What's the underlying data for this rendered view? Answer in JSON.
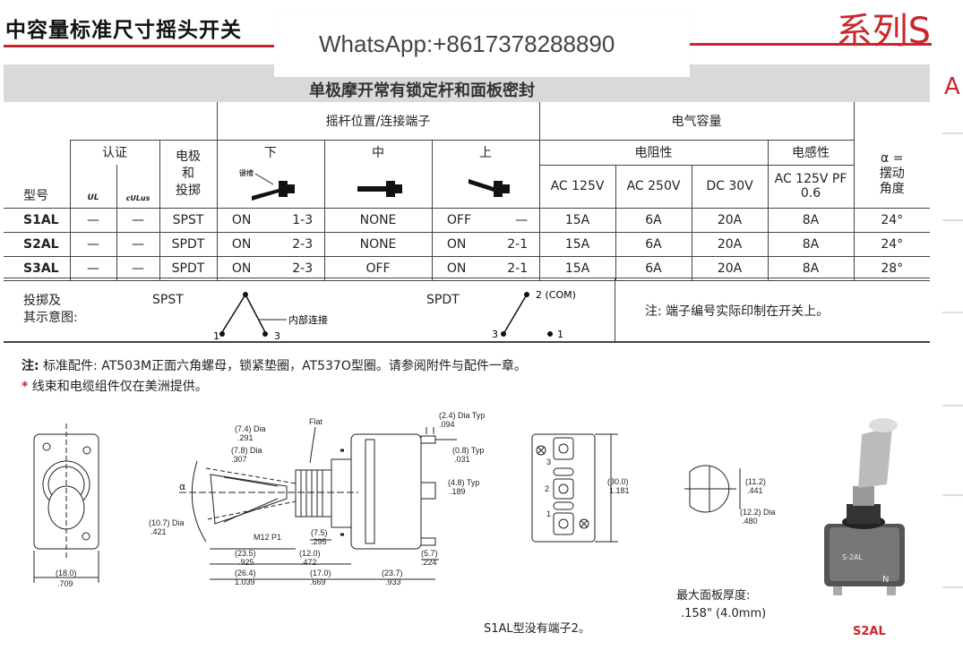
{
  "header": {
    "title": "中容量标准尺寸摇头开关",
    "series": "系列S",
    "watermark": "WhatsApp:+8617378288890",
    "band": "单极摩开常有锁定杆和面板密封",
    "side_letter": "A"
  },
  "table": {
    "head_position": "摇杆位置/连接端子",
    "head_electrical": "电气容量",
    "col_cert": "认证",
    "col_pole": "电极和投掷",
    "pole_line1": "电极",
    "pole_line2": "和",
    "pole_line3": "投掷",
    "col_down": "下",
    "col_mid": "中",
    "col_up": "上",
    "lever_label": "键槽",
    "col_resistive": "电阻性",
    "col_inductive": "电感性",
    "col_model": "型号",
    "cert_ul": "UL",
    "cert_cul": "cULus",
    "alpha_line1": "α =",
    "alpha_line2": "摆动",
    "alpha_line3": "角度",
    "ac125": "AC 125V",
    "ac250": "AC 250V",
    "dc30": "DC 30V",
    "ac125pf": "AC 125V PF 0.6",
    "rows": [
      {
        "model": "S1AL",
        "c1": "—",
        "c2": "—",
        "pole": "SPST",
        "down": "ON",
        "down_t": "1-3",
        "mid": "NONE",
        "mid_t": "",
        "up": "OFF",
        "up_t": "—",
        "r1": "15A",
        "r2": "6A",
        "r3": "20A",
        "ind": "8A",
        "alpha": "24°"
      },
      {
        "model": "S2AL",
        "c1": "—",
        "c2": "—",
        "pole": "SPDT",
        "down": "ON",
        "down_t": "2-3",
        "mid": "NONE",
        "mid_t": "",
        "up": "ON",
        "up_t": "2-1",
        "r1": "15A",
        "r2": "6A",
        "r3": "20A",
        "ind": "8A",
        "alpha": "24°"
      },
      {
        "model": "S3AL",
        "c1": "—",
        "c2": "—",
        "pole": "SPDT",
        "down": "ON",
        "down_t": "2-3",
        "mid": "OFF",
        "mid_t": "",
        "up": "ON",
        "up_t": "2-1",
        "r1": "15A",
        "r2": "6A",
        "r3": "20A",
        "ind": "8A",
        "alpha": "28°"
      }
    ]
  },
  "schematic": {
    "label1": "投掷及",
    "label2": "其示意图:",
    "spst": "SPST",
    "spdt": "SPDT",
    "internal": "内部连接",
    "com": "2 (COM)",
    "t1": "1",
    "t3": "3",
    "note": "注: 端子编号实际印制在开关上。"
  },
  "notes": {
    "note_label": "注:",
    "note_text": "标准配件: AT503M正面六角螺母，锁紧垫圈，AT537O型圈。请参阅附件与配件一章。",
    "star": "*",
    "star_text": "线束和电缆组件仅在美洲提供。"
  },
  "drawing": {
    "d_width": "(18.0)",
    "d_width_in": ".709",
    "flat": "Flat",
    "dia74": "(7.4) Dia",
    "dia74_in": ".291",
    "dia78": "(7.8) Dia",
    "dia78_in": ".307",
    "alpha": "α",
    "dia107": "(10.7) Dia",
    "dia107_in": ".421",
    "m12": "M12 P1",
    "d75": "(7.5)",
    "d75_in": ".295",
    "d120": "(12.0)",
    "d120_in": ".472",
    "d235": "(23.5)",
    "d235_in": ".925",
    "d264": "(26.4)",
    "d264_in": "1.039",
    "d170": "(17.0)",
    "d170_in": ".669",
    "d237": "(23.7)",
    "d237_in": ".933",
    "d57": "(5.7)",
    "d57_in": ".224",
    "dia24": "(2.4) Dia Typ",
    "dia24_in": ".094",
    "d08": "(0.8) Typ",
    "d08_in": ".031",
    "d48": "(4.8) Typ",
    "d48_in": ".189",
    "d300": "(30.0)",
    "d300_in": "1.181",
    "d112": "(11.2)",
    "d112_in": ".441",
    "d122": "(12.2) Dia",
    "d122_in": ".480",
    "term1": "1",
    "term2": "2",
    "term3": "3",
    "max_thick": "最大面板厚度:",
    "max_thick_val": ".158\" (4.0mm)",
    "s1al_note": "S1AL型没有端子2。",
    "photo_label": "S2AL",
    "photo_mark": "S-2AL",
    "photo_n": "N"
  }
}
